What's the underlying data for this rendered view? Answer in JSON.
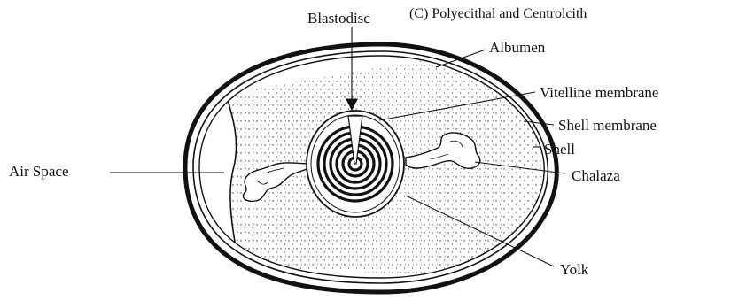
{
  "caption": "(C) Polyecithal and Centrolcith",
  "labels": {
    "blastodisc": "Blastodisc",
    "albumen": "Albumen",
    "vitelline_membrane": "Vitelline membrane",
    "shell_membrane": "Shell membrane",
    "shell": "Shell",
    "chalaza": "Chalaza",
    "air_space": "Air Space",
    "yolk": "Yolk"
  }
}
